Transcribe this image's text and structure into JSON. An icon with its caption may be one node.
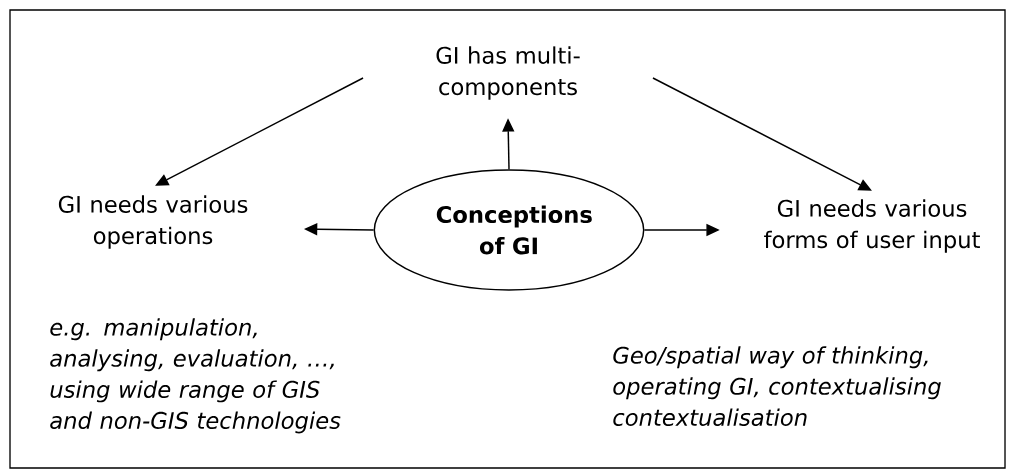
{
  "diagram": {
    "nodes": [
      {
        "text": [
          "GI has multi-components"
        ]
      },
      {
        "text": [
          "GI needs various operations"
        ]
      },
      {
        "text": [
          "Conceptions of GI"
        ]
      },
      {
        "text": [
          "GI needs various forms of user input"
        ]
      }
    ],
    "edges": [
      {
        "from": 0,
        "to": 1,
        "arrow": "to"
      },
      {
        "from": 0,
        "to": 3,
        "arrow": "to"
      },
      {
        "from": 2,
        "to": 0,
        "arrow": "to"
      },
      {
        "from": 2,
        "to": 1,
        "arrow": "to"
      },
      {
        "from": 2,
        "to": 3,
        "arrow": "to"
      }
    ],
    "labels": [
      "e.g. manipulation, analysing, evaluation, …, using wide range of GIS and non-GIS technologies",
      "Geo/spatial way of thinking, operating GI, contextualising contextualisation"
    ]
  }
}
